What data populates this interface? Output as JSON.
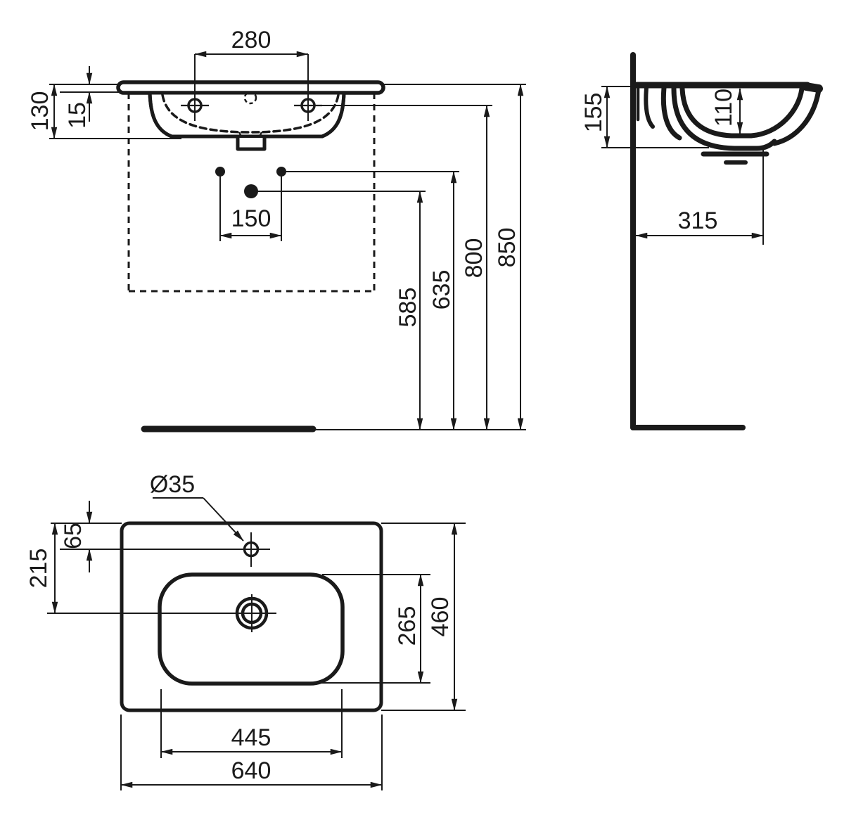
{
  "colors": {
    "background": "#ffffff",
    "ink": "#1a1a1a"
  },
  "drawing_type": "washbasin installation dimension drawing, three orthographic views",
  "views": {
    "front": {
      "dimension_labels": [
        "280",
        "130",
        "15",
        "150",
        "585",
        "635",
        "800",
        "850"
      ]
    },
    "side": {
      "dimension_labels": [
        "155",
        "110",
        "315"
      ]
    },
    "top": {
      "dimension_labels": [
        "Ø35",
        "65",
        "215",
        "265",
        "460",
        "445",
        "640"
      ]
    }
  },
  "dims": {
    "d280": "280",
    "d130": "130",
    "d15": "15",
    "d150": "150",
    "d585": "585",
    "d635": "635",
    "d800": "800",
    "d850": "850",
    "d155": "155",
    "d110": "110",
    "d315": "315",
    "dia35": "Ø35",
    "d65": "65",
    "d215": "215",
    "d265": "265",
    "d460": "460",
    "d445": "445",
    "d640": "640"
  }
}
